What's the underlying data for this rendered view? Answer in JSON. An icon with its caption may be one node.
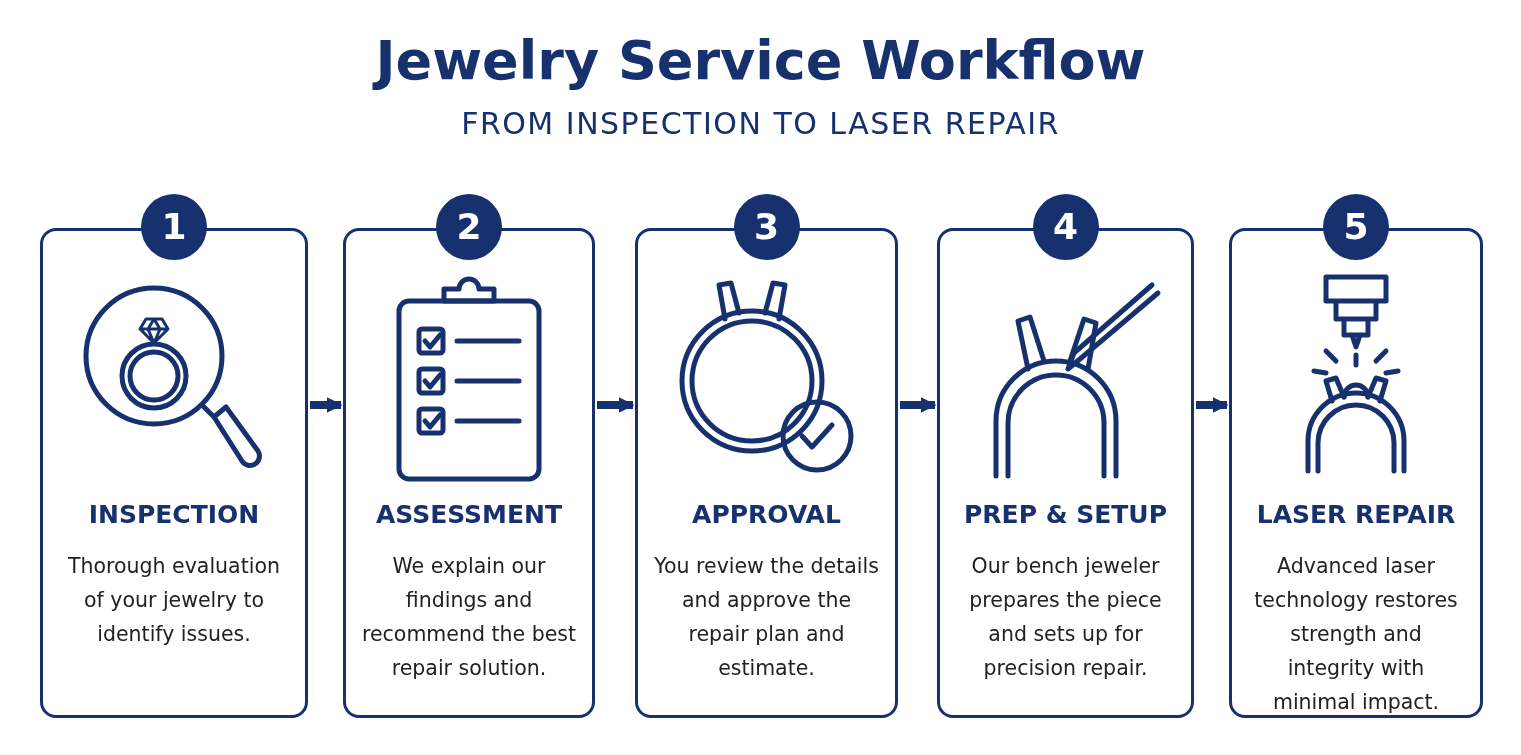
{
  "diagram": {
    "title": "Jewelry Service Workflow",
    "caption": "FROM INSPECTION TO LASER REPAIR",
    "nodes": [
      {
        "text": [
          "1",
          "INSPECTION",
          "Thorough evaluation of your jewelry to identify issues."
        ]
      },
      {
        "text": [
          "2",
          "ASSESSMENT",
          "We explain our findings and recommend the best repair solution."
        ]
      },
      {
        "text": [
          "3",
          "APPROVAL",
          "You review the details and approve the repair plan and estimate."
        ]
      },
      {
        "text": [
          "4",
          "PREP & SETUP",
          "Our bench jeweler prepares the piece and sets up for precision repair."
        ]
      },
      {
        "text": [
          "5",
          "LASER REPAIR",
          "Advanced laser technology restores strength and integrity with minimal impact."
        ]
      }
    ],
    "edges": [
      {
        "from": 0,
        "to": 1,
        "arrow": "to"
      },
      {
        "from": 1,
        "to": 2,
        "arrow": "to"
      },
      {
        "from": 2,
        "to": 3,
        "arrow": "to"
      },
      {
        "from": 3,
        "to": 4,
        "arrow": "to"
      }
    ]
  }
}
